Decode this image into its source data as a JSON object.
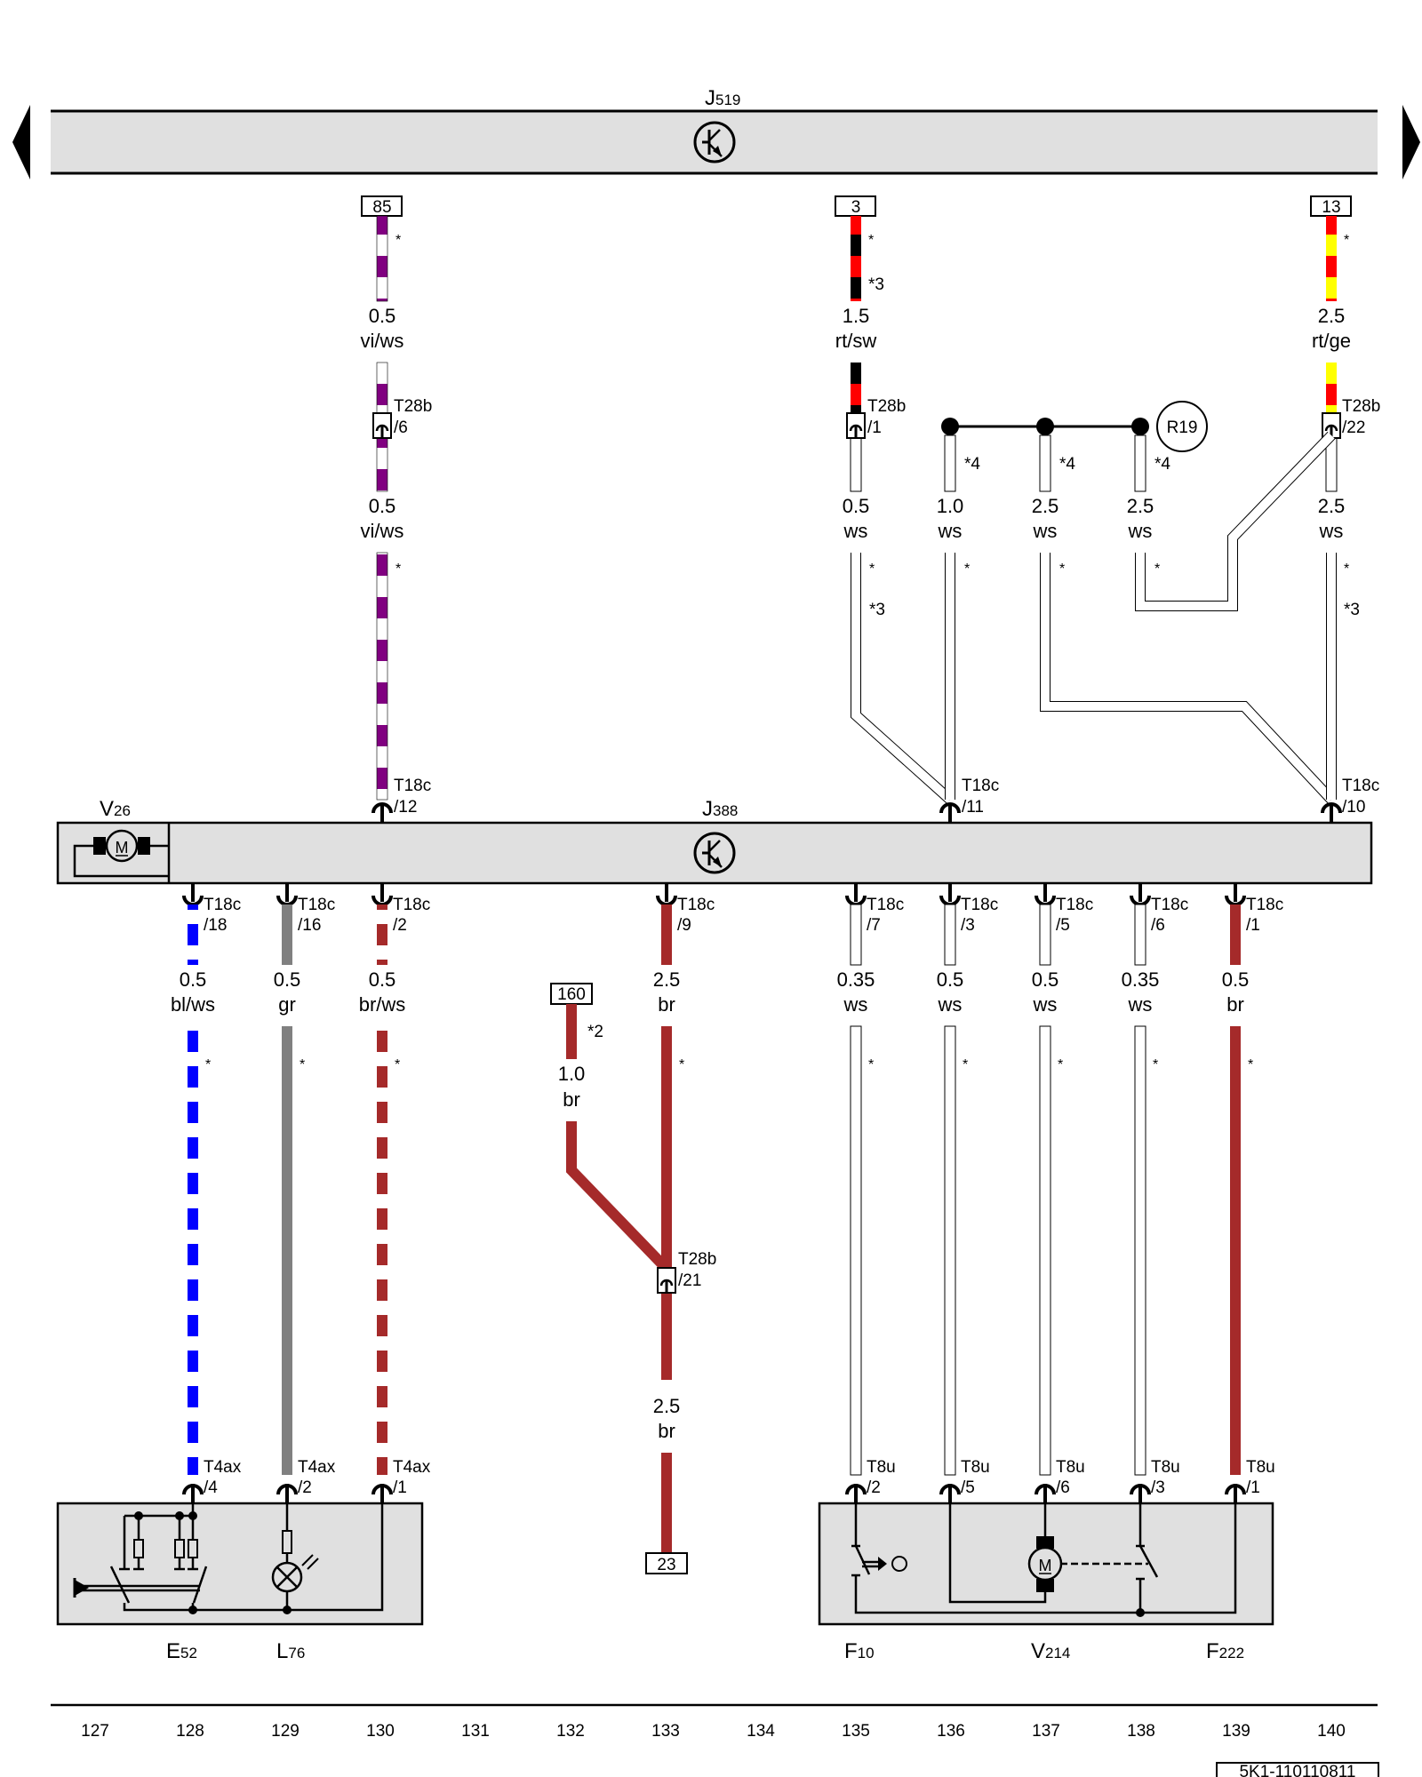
{
  "modules": {
    "top": {
      "name": "J",
      "sub": "519"
    },
    "mid": {
      "name": "J",
      "sub": "388"
    },
    "motor_v26": {
      "name": "V",
      "sub": "26"
    }
  },
  "terminals_top": [
    {
      "id": "85"
    },
    {
      "id": "3"
    },
    {
      "id": "13"
    }
  ],
  "wires_upper": [
    {
      "size": "0.5",
      "color": "vi/ws",
      "note": "*",
      "connector": "T28b",
      "pin": "/6",
      "size2": "0.5",
      "color2": "vi/ws",
      "note2": "*",
      "end_connector": "T18c",
      "end_pin": "/12"
    },
    {
      "size": "1.5",
      "color": "rt/sw",
      "note": "*",
      "note_b": "*3",
      "connector": "T28b",
      "pin": "/1",
      "size2": "0.5",
      "color2": "ws",
      "note2": "*",
      "note2_b": "*3"
    },
    {
      "size": "2.5",
      "color": "rt/ge",
      "note": "*",
      "connector": "T28b",
      "pin": "/22",
      "size2": "2.5",
      "color2": "ws",
      "note2": "*",
      "note2_b": "*3",
      "end_connector": "T18c",
      "end_pin": "/10"
    }
  ],
  "splice": {
    "id": "R19",
    "branches": [
      {
        "size": "1.0",
        "color": "ws",
        "note": "*4",
        "note2": "*",
        "end_connector": "T18c",
        "end_pin": "/11"
      },
      {
        "size": "2.5",
        "color": "ws",
        "note": "*4",
        "note2": "*"
      },
      {
        "size": "2.5",
        "color": "ws",
        "note": "*4",
        "note2": "*"
      }
    ]
  },
  "wires_lower": [
    {
      "connector": "T18c",
      "pin": "/18",
      "size": "0.5",
      "color": "bl/ws",
      "note": "*",
      "end_connector": "T4ax",
      "end_pin": "/4"
    },
    {
      "connector": "T18c",
      "pin": "/16",
      "size": "0.5",
      "color": "gr",
      "note": "*",
      "end_connector": "T4ax",
      "end_pin": "/2"
    },
    {
      "connector": "T18c",
      "pin": "/2",
      "size": "0.5",
      "color": "br/ws",
      "note": "*",
      "end_connector": "T4ax",
      "end_pin": "/1"
    },
    {
      "connector": "T18c",
      "pin": "/9",
      "size": "2.5",
      "color": "br",
      "note": "*",
      "mid_connector": "T28b",
      "mid_pin": "/21",
      "size2": "2.5",
      "color2": "br",
      "end_terminal": "23"
    },
    {
      "connector": "T18c",
      "pin": "/7",
      "size": "0.35",
      "color": "ws",
      "note": "*",
      "end_connector": "T8u",
      "end_pin": "/2"
    },
    {
      "connector": "T18c",
      "pin": "/3",
      "size": "0.5",
      "color": "ws",
      "note": "*",
      "end_connector": "T8u",
      "end_pin": "/5"
    },
    {
      "connector": "T18c",
      "pin": "/5",
      "size": "0.5",
      "color": "ws",
      "note": "*",
      "end_connector": "T8u",
      "end_pin": "/6"
    },
    {
      "connector": "T18c",
      "pin": "/6",
      "size": "0.35",
      "color": "ws",
      "note": "*",
      "end_connector": "T8u",
      "end_pin": "/3"
    },
    {
      "connector": "T18c",
      "pin": "/1",
      "size": "0.5",
      "color": "br",
      "note": "*",
      "end_connector": "T8u",
      "end_pin": "/1"
    }
  ],
  "branch_160": {
    "terminal": "160",
    "note": "*2",
    "size": "1.0",
    "color": "br"
  },
  "components": [
    {
      "name": "E",
      "sub": "52"
    },
    {
      "name": "L",
      "sub": "76"
    },
    {
      "name": "F",
      "sub": "10"
    },
    {
      "name": "V",
      "sub": "214"
    },
    {
      "name": "F",
      "sub": "222"
    }
  ],
  "motor_label": "M",
  "current_tracks": [
    "127",
    "128",
    "129",
    "130",
    "131",
    "132",
    "133",
    "134",
    "135",
    "136",
    "137",
    "138",
    "139",
    "140"
  ],
  "doc_code": "5K1-110110811",
  "wire_colors": {
    "vi": "#800080",
    "rt": "#ff0000",
    "sw": "#000000",
    "ge": "#ffff00",
    "bl": "#0000ff",
    "gr": "#808080",
    "br": "#a52a2a",
    "ws": "#ffffff",
    "module_fill": "#e0e0e0"
  }
}
